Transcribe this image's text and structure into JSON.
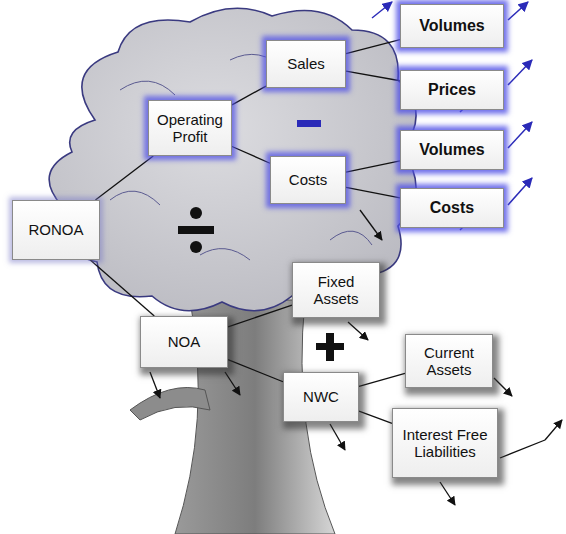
{
  "diagram": {
    "nodes": [
      {
        "text": [
          "RONOA"
        ]
      },
      {
        "text": [
          "Operating Profit"
        ]
      },
      {
        "text": [
          "NOA"
        ]
      },
      {
        "text": [
          "Sales"
        ]
      },
      {
        "text": [
          "Costs"
        ]
      },
      {
        "text": [
          "Fixed Assets"
        ]
      },
      {
        "text": [
          "NWC"
        ]
      },
      {
        "text": [
          "Volumes"
        ]
      },
      {
        "text": [
          "Prices"
        ]
      },
      {
        "text": [
          "Volumes"
        ]
      },
      {
        "text": [
          "Costs"
        ]
      },
      {
        "text": [
          "Current Assets"
        ]
      },
      {
        "text": [
          "Interest Free Liabilities"
        ]
      }
    ],
    "edges": [
      {
        "from": 0,
        "to": 1,
        "arrow": "none"
      },
      {
        "from": 0,
        "to": 2,
        "arrow": "none"
      },
      {
        "from": 1,
        "to": 3,
        "arrow": "none"
      },
      {
        "from": 1,
        "to": 4,
        "arrow": "none"
      },
      {
        "from": 3,
        "to": 7,
        "arrow": "none"
      },
      {
        "from": 3,
        "to": 8,
        "arrow": "none"
      },
      {
        "from": 4,
        "to": 9,
        "arrow": "none"
      },
      {
        "from": 4,
        "to": 10,
        "arrow": "none"
      },
      {
        "from": 2,
        "to": 5,
        "arrow": "none"
      },
      {
        "from": 2,
        "to": 6,
        "arrow": "none"
      },
      {
        "from": 6,
        "to": 11,
        "arrow": "none"
      },
      {
        "from": 6,
        "to": 12,
        "arrow": "none"
      }
    ]
  }
}
